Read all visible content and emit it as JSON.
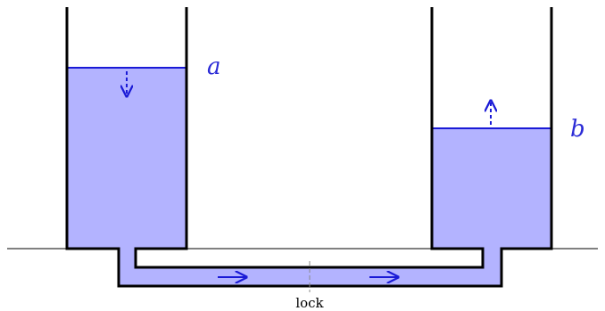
{
  "diagram": {
    "labels": {
      "vessel_a": "a",
      "vessel_b": "b",
      "lock": "lock"
    },
    "colors": {
      "water": "#b3b3ff",
      "water_line": "#1a1ad6",
      "arrow": "#1a1ad6",
      "label": "#2a2ad6",
      "wall": "#000000",
      "ground": "#000000",
      "lock_marker": "#888888"
    },
    "arrows": [
      {
        "id": "a-level",
        "direction": "down"
      },
      {
        "id": "b-level",
        "direction": "up"
      },
      {
        "id": "flow-1",
        "direction": "right"
      },
      {
        "id": "flow-2",
        "direction": "right"
      }
    ]
  }
}
